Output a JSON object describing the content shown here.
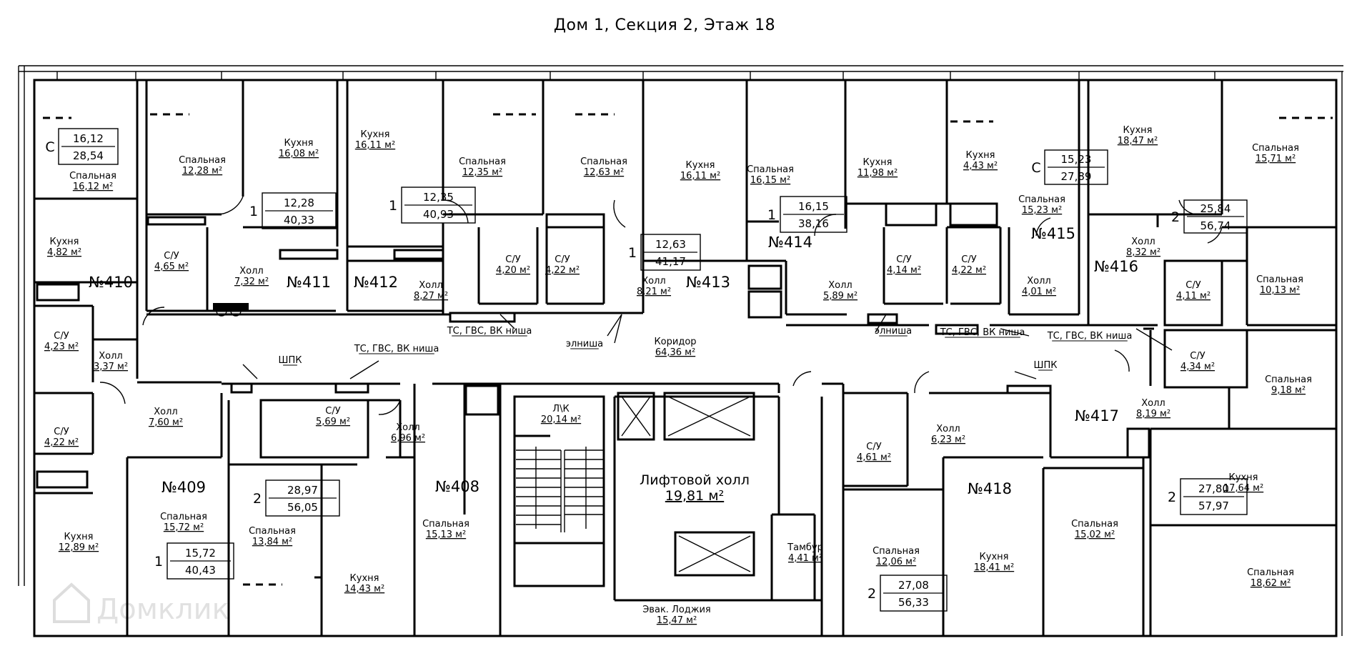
{
  "title": "Дом 1, Секция 2, Этаж 18",
  "watermark": "Домклик",
  "rooms": [
    {
      "id": "r1",
      "name": "Спальная",
      "area": "16,12 м²"
    },
    {
      "id": "r2",
      "name": "Кухня",
      "area": "4,82 м²"
    },
    {
      "id": "r3",
      "name": "С/У",
      "area": "4,23 м²"
    },
    {
      "id": "r4",
      "name": "Холл",
      "area": "3,37 м²"
    },
    {
      "id": "r5",
      "name": "Спальная",
      "area": "12,28 м²"
    },
    {
      "id": "r6",
      "name": "Кухня",
      "area": "16,08 м²"
    },
    {
      "id": "r7",
      "name": "С/У",
      "area": "4,65 м²"
    },
    {
      "id": "r8",
      "name": "Холл",
      "area": "7,32 м²"
    },
    {
      "id": "r9",
      "name": "Кухня",
      "area": "16,11 м²"
    },
    {
      "id": "r10",
      "name": "Спальная",
      "area": "12,35 м²"
    },
    {
      "id": "r11",
      "name": "Холл",
      "area": "8,27 м²"
    },
    {
      "id": "r12",
      "name": "С/У",
      "area": "4,20 м²"
    },
    {
      "id": "r13",
      "name": "Спальная",
      "area": "12,63 м²"
    },
    {
      "id": "r14",
      "name": "Кухня",
      "area": "16,11 м²"
    },
    {
      "id": "r15",
      "name": "С/У",
      "area": "4,22 м²"
    },
    {
      "id": "r16",
      "name": "Холл",
      "area": "8,21 м²"
    },
    {
      "id": "r17",
      "name": "Спальная",
      "area": "16,15 м²"
    },
    {
      "id": "r18",
      "name": "Кухня",
      "area": "11,98 м²"
    },
    {
      "id": "r19",
      "name": "Холл",
      "area": "5,89 м²"
    },
    {
      "id": "r20",
      "name": "С/У",
      "area": "4,14 м²"
    },
    {
      "id": "r21",
      "name": "Кухня",
      "area": "4,43 м²"
    },
    {
      "id": "r22",
      "name": "Спальная",
      "area": "15,23 м²"
    },
    {
      "id": "r23",
      "name": "С/У",
      "area": "4,22 м²"
    },
    {
      "id": "r24",
      "name": "Холл",
      "area": "4,01 м²"
    },
    {
      "id": "r25",
      "name": "Кухня",
      "area": "18,47 м²"
    },
    {
      "id": "r26",
      "name": "Спальная",
      "area": "15,71 м²"
    },
    {
      "id": "r27",
      "name": "Холл",
      "area": "8,32 м²"
    },
    {
      "id": "r28",
      "name": "С/У",
      "area": "4,11 м²"
    },
    {
      "id": "r29",
      "name": "Спальная",
      "area": "10,13 м²"
    },
    {
      "id": "r30",
      "name": "Коридор",
      "area": "64,36 м²"
    },
    {
      "id": "r31",
      "name": "С/У",
      "area": "4,22 м²"
    },
    {
      "id": "r32",
      "name": "Холл",
      "area": "7,60 м²"
    },
    {
      "id": "r33",
      "name": "Кухня",
      "area": "12,89 м²"
    },
    {
      "id": "r34",
      "name": "Спальная",
      "area": "15,72 м²"
    },
    {
      "id": "r35",
      "name": "С/У",
      "area": "5,69 м²"
    },
    {
      "id": "r36",
      "name": "Холл",
      "area": "6,96 м²"
    },
    {
      "id": "r37",
      "name": "Спальная",
      "area": "13,84 м²"
    },
    {
      "id": "r38",
      "name": "Кухня",
      "area": "14,43 м²"
    },
    {
      "id": "r39",
      "name": "Спальная",
      "area": "15,13 м²"
    },
    {
      "id": "r40",
      "name": "Л\\К",
      "area": "20,14 м²"
    },
    {
      "id": "r41",
      "name": "Тамбур",
      "area": "4,41 м²"
    },
    {
      "id": "r42",
      "name": "Эвак. Лоджия",
      "area": "15,47 м²"
    },
    {
      "id": "r43",
      "name": "С/У",
      "area": "4,61 м²"
    },
    {
      "id": "r44",
      "name": "Холл",
      "area": "6,23 м²"
    },
    {
      "id": "r45",
      "name": "Спальная",
      "area": "12,06 м²"
    },
    {
      "id": "r46",
      "name": "Кухня",
      "area": "18,41 м²"
    },
    {
      "id": "r47",
      "name": "Спальная",
      "area": "15,02 м²"
    },
    {
      "id": "r48",
      "name": "С/У",
      "area": "4,34 м²"
    },
    {
      "id": "r49",
      "name": "Спальная",
      "area": "9,18 м²"
    },
    {
      "id": "r50",
      "name": "Холл",
      "area": "8,19 м²"
    },
    {
      "id": "r51",
      "name": "Кухня",
      "area": "17,64 м²"
    },
    {
      "id": "r52",
      "name": "Спальная",
      "area": "18,62 м²"
    }
  ],
  "liftHall": {
    "name": "Лифтовой холл",
    "area": "19,81 м²"
  },
  "apartments": [
    {
      "id": "a410",
      "number": "№410"
    },
    {
      "id": "a411",
      "number": "№411"
    },
    {
      "id": "a412",
      "number": "№412"
    },
    {
      "id": "a413",
      "number": "№413"
    },
    {
      "id": "a414",
      "number": "№414"
    },
    {
      "id": "a415",
      "number": "№415"
    },
    {
      "id": "a416",
      "number": "№416"
    },
    {
      "id": "a417",
      "number": "№417"
    },
    {
      "id": "a408",
      "number": "№408"
    },
    {
      "id": "a409",
      "number": "№409"
    },
    {
      "id": "a418",
      "number": "№418"
    }
  ],
  "areaBoxes": [
    {
      "id": "b1",
      "rooms": "С",
      "living": "16,12",
      "total": "28,54"
    },
    {
      "id": "b2",
      "rooms": "1",
      "living": "12,28",
      "total": "40,33"
    },
    {
      "id": "b3",
      "rooms": "1",
      "living": "12,35",
      "total": "40,93"
    },
    {
      "id": "b4",
      "rooms": "1",
      "living": "12,63",
      "total": "41,17"
    },
    {
      "id": "b5",
      "rooms": "1",
      "living": "16,15",
      "total": "38,16"
    },
    {
      "id": "b6",
      "rooms": "С",
      "living": "15,23",
      "total": "27,89"
    },
    {
      "id": "b7",
      "rooms": "2",
      "living": "25,84",
      "total": "56,74"
    },
    {
      "id": "b8",
      "rooms": "1",
      "living": "15,72",
      "total": "40,43"
    },
    {
      "id": "b9",
      "rooms": "2",
      "living": "28,97",
      "total": "56,05"
    },
    {
      "id": "b10",
      "rooms": "2",
      "living": "27,08",
      "total": "56,33"
    },
    {
      "id": "b11",
      "rooms": "2",
      "living": "27,80",
      "total": "57,97"
    }
  ],
  "notes": [
    {
      "id": "n1",
      "text": "ТС, ГВС, ВК ниша"
    },
    {
      "id": "n2",
      "text": "ТС, ГВС, ВК ниша"
    },
    {
      "id": "n3",
      "text": "ТС, ГВС, ВК ниша"
    },
    {
      "id": "n4",
      "text": "ТС, ГВС, ВК ниша"
    },
    {
      "id": "n5",
      "text": "элниша"
    },
    {
      "id": "n6",
      "text": "элниша"
    },
    {
      "id": "n7",
      "text": "ШПК"
    },
    {
      "id": "n8",
      "text": "ШПК"
    }
  ]
}
